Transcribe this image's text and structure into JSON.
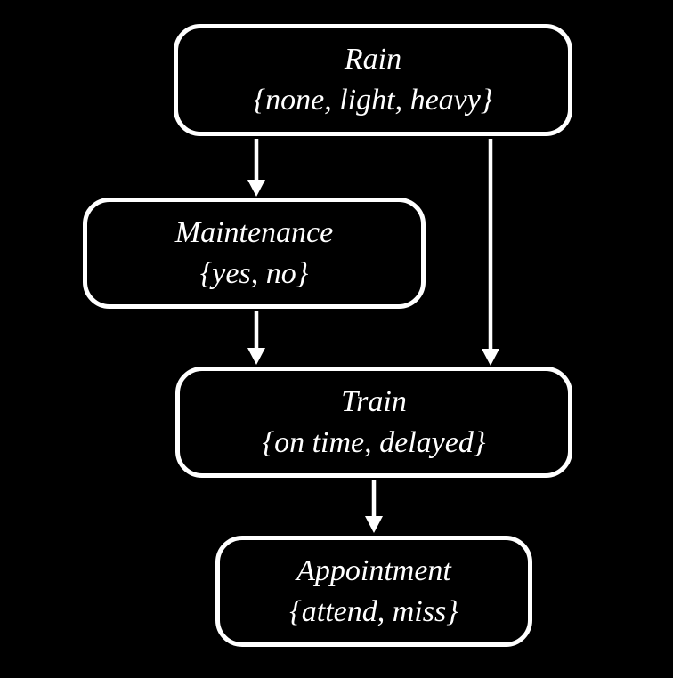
{
  "diagram": {
    "type": "bayesian-network",
    "background_color": "#000000",
    "node_border_color": "#ffffff",
    "text_color": "#ffffff",
    "arrow_color": "#ffffff",
    "nodes": [
      {
        "id": "rain",
        "title": "Rain",
        "domain": "{none, light, heavy}"
      },
      {
        "id": "maintenance",
        "title": "Maintenance",
        "domain": "{yes, no}"
      },
      {
        "id": "train",
        "title": "Train",
        "domain": "{on time, delayed}"
      },
      {
        "id": "appointment",
        "title": "Appointment",
        "domain": "{attend, miss}"
      }
    ],
    "edges": [
      {
        "from": "rain",
        "to": "maintenance"
      },
      {
        "from": "rain",
        "to": "train"
      },
      {
        "from": "maintenance",
        "to": "train"
      },
      {
        "from": "train",
        "to": "appointment"
      }
    ]
  }
}
